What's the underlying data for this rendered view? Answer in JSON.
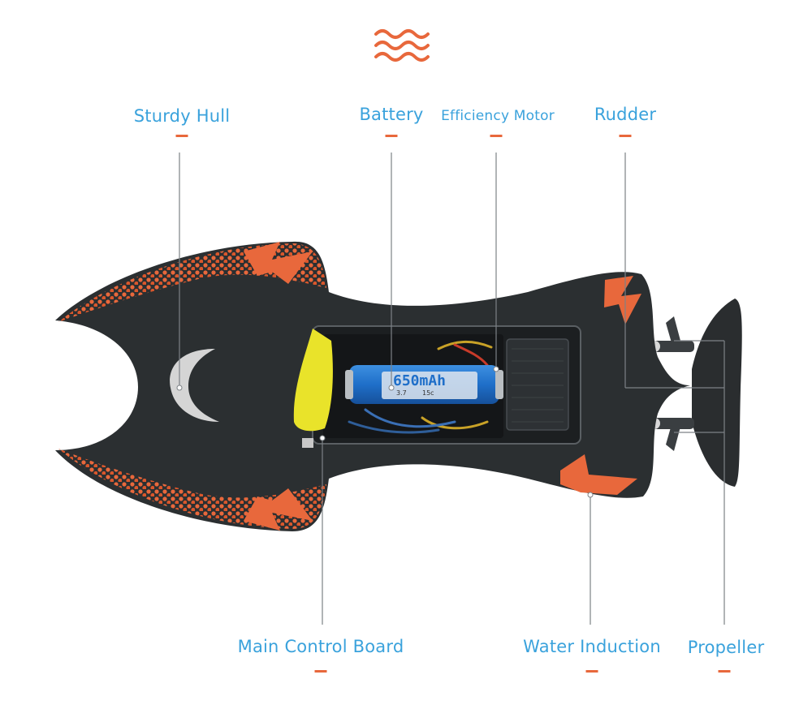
{
  "colors": {
    "label": "#3aa2dc",
    "accent": "#e8683c",
    "hull": "#2b2f31",
    "leader": "#7d8286"
  },
  "header_icon": "wave-icon",
  "callouts": {
    "sturdy_hull": "Sturdy Hull",
    "battery": "Battery",
    "efficiency_motor": "Efficiency Motor",
    "rudder": "Rudder",
    "main_control_board": "Main Control Board",
    "water_induction": "Water Induction",
    "propeller": "Propeller"
  },
  "battery_label": {
    "capacity": "650mAh",
    "voltage": "3.7",
    "rating": "15c"
  }
}
